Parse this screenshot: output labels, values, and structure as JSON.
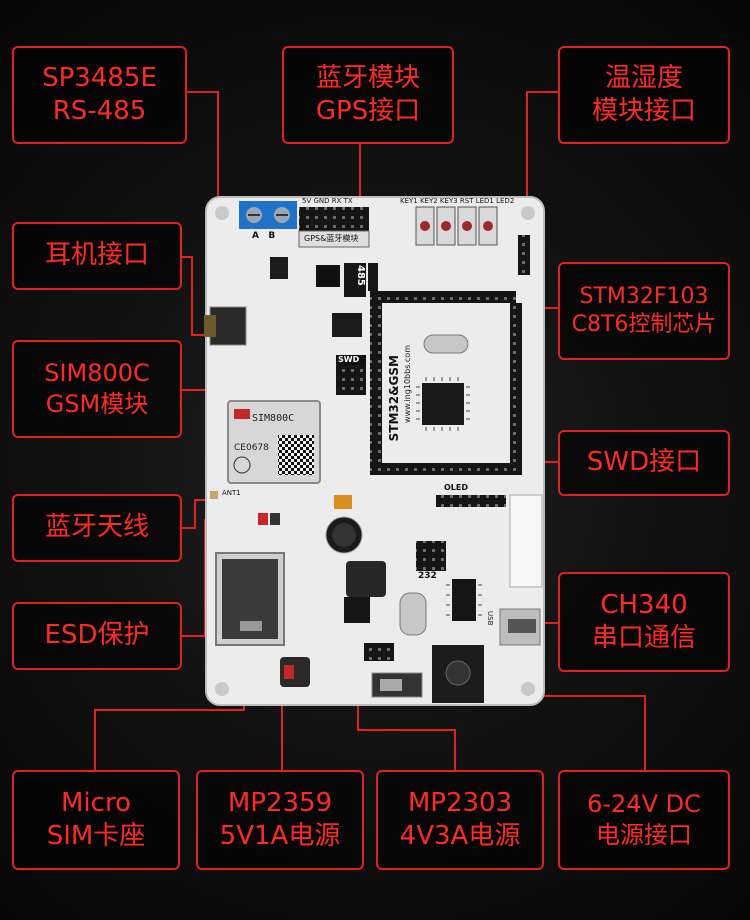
{
  "labels": {
    "sp3485e": [
      "SP3485E",
      "RS-485"
    ],
    "bluetooth_gps": [
      "蓝牙模块",
      "GPS接口"
    ],
    "temp_humidity": [
      "温湿度",
      "模块接口"
    ],
    "headphone": [
      "耳机接口"
    ],
    "stm32": [
      "STM32F103",
      "C8T6控制芯片"
    ],
    "sim800c": [
      "SIM800C",
      "GSM模块"
    ],
    "swd": [
      "SWD接口"
    ],
    "bt_antenna": [
      "蓝牙天线"
    ],
    "ch340": [
      "CH340",
      "串口通信"
    ],
    "esd": [
      "ESD保护"
    ],
    "micro_sim": [
      "Micro",
      "SIM卡座"
    ],
    "mp2359": [
      "MP2359",
      "5V1A电源"
    ],
    "mp2303": [
      "MP2303",
      "4V3A电源"
    ],
    "dc_jack": [
      "6-24V DC",
      "电源接口"
    ]
  },
  "board_text": {
    "brand": "STM32&GSM",
    "url": "www.ing10bbs.com",
    "sim_module": "SIM800C",
    "sim_ce": "CE0678",
    "rs485_tag": "485",
    "swd_tag": "SWD",
    "uart_tag": "232",
    "oled_tag": "OLED",
    "gps_bt_tag": "GPS&蓝牙模块",
    "top_header_text": "5V GND RX TX",
    "keys_text": "KEY1 KEY2 KEY3 RST LED1 LED2",
    "ab_text": "A   B",
    "antenna_text": "ANT1",
    "usb_text": "USB"
  },
  "colors": {
    "accent": "#e0211f",
    "label_text": "#ff2a22",
    "board": "#ececec",
    "background": "#0a0a0a"
  }
}
